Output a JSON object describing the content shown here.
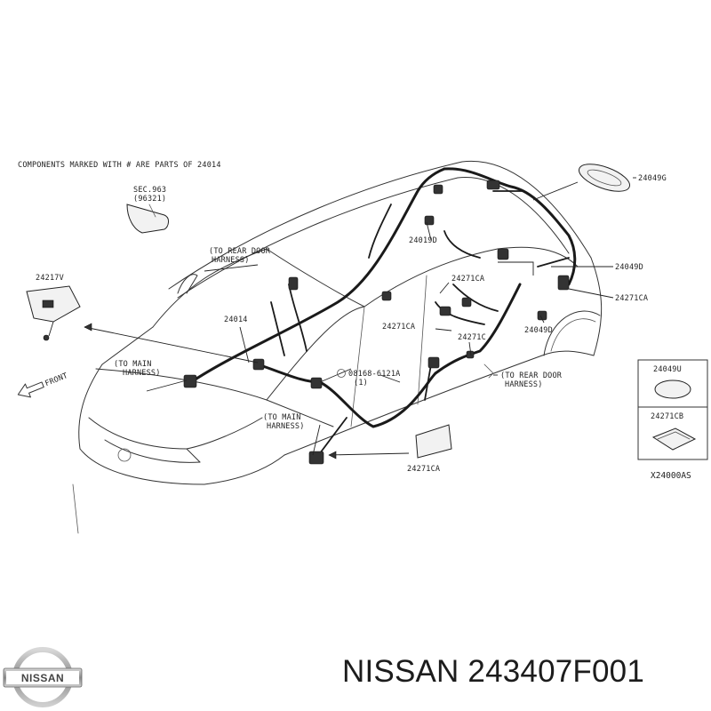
{
  "header_note": "COMPONENTS MARKED WITH # ARE PARTS OF 24014",
  "labels": {
    "sec963": "SEC.963",
    "sec963_sub": "(96321)",
    "p24217v": "24217V",
    "to_rear_door_1": "(TO REAR DOOR",
    "harness_1": "HARNESS)",
    "to_main_1": "(TO MAIN",
    "harness_2": "HARNESS)",
    "front": "FRONT",
    "p24014": "24014",
    "p24019d": "24019D",
    "p24271ca_1": "24271CA",
    "p24271ca_2": "24271CA",
    "p24271c": "24271C",
    "p08168": "08168-6121A",
    "p08168_sub": "(1)",
    "to_rear_door_2": "(TO REAR DOOR",
    "harness_3": "HARNESS)",
    "to_main_2": "(TO MAIN",
    "harness_4": "HARNESS)",
    "p24271ca_3": "24271CA",
    "p24049g": "24049G",
    "p24049d_1": "24049D",
    "p24271ca_4": "24271CA",
    "p24049d_2": "24049D",
    "p24049u": "24049U",
    "p24271cb": "24271CB",
    "diagram_code": "X24000AS"
  },
  "logo_text": "NISSAN",
  "brand": "NISSAN 243407F001",
  "colors": {
    "ink": "#1a1a1a",
    "logo_metal": "#9a9a9a"
  }
}
